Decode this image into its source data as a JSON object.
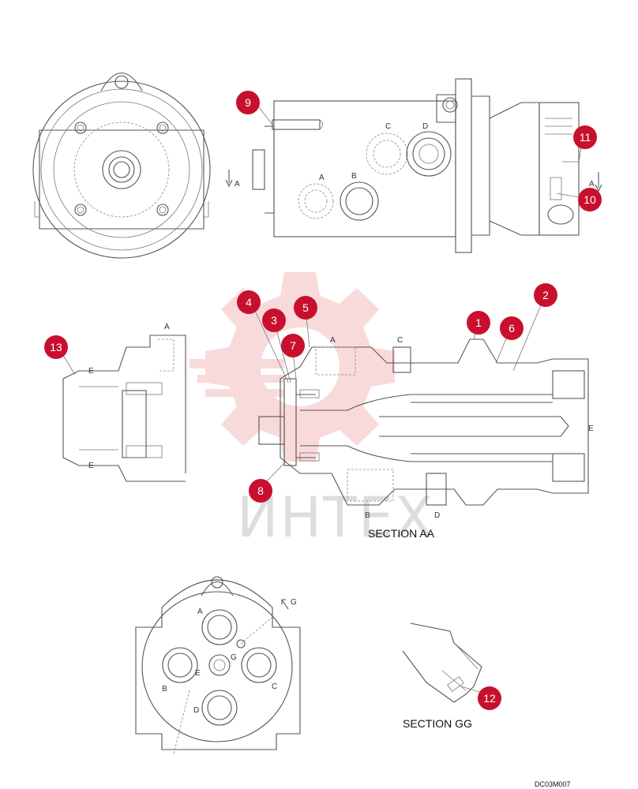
{
  "diagram": {
    "section_aa_label": "SECTION AA",
    "section_gg_label": "SECTION GG",
    "drawing_code": "DC03M007",
    "watermark_text": "ИНТЕХ",
    "watermark_color": "#e85a5a",
    "callout_color": "#c8102e",
    "callouts": [
      "1",
      "2",
      "3",
      "4",
      "5",
      "6",
      "7",
      "8",
      "9",
      "10",
      "11",
      "12",
      "13"
    ],
    "port_letters": {
      "a": "A",
      "b": "B",
      "c": "C",
      "d": "D",
      "e": "E",
      "g": "G"
    }
  }
}
